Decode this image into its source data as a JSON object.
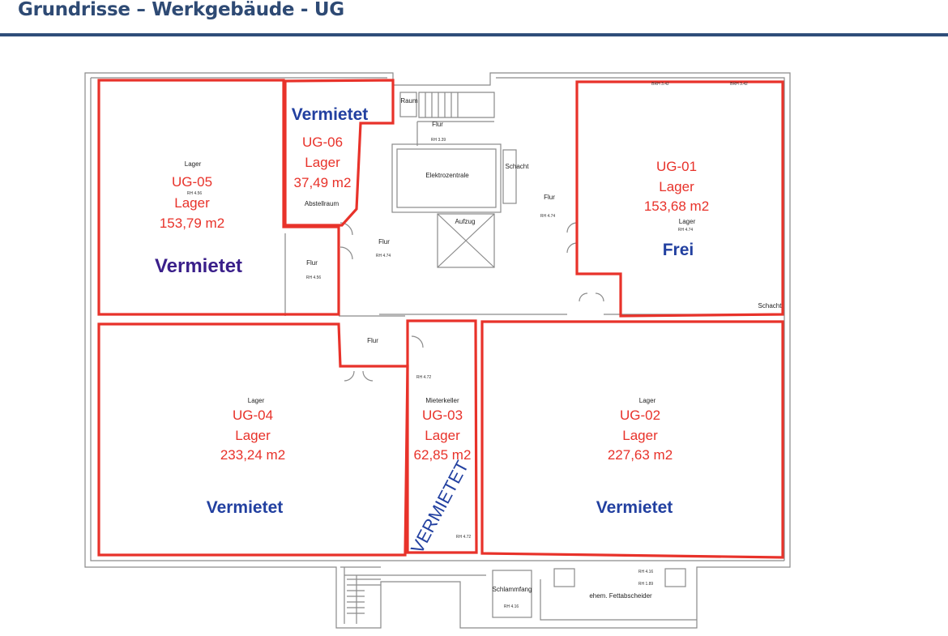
{
  "header": {
    "title": "Grundrisse – Werkgebäude - UG"
  },
  "colors": {
    "title": "#2e4a74",
    "unit_outline": "#e8322a",
    "status": "#2240a0",
    "status_alt": "#3a1f8a"
  },
  "units": [
    {
      "id": "UG-05",
      "use": "Lager",
      "area": "153,79 m2",
      "status": "Vermietet"
    },
    {
      "id": "UG-06",
      "use": "Lager",
      "area": "37,49 m2",
      "status": "Vermietet"
    },
    {
      "id": "UG-01",
      "use": "Lager",
      "area": "153,68 m2",
      "status": "Frei"
    },
    {
      "id": "UG-04",
      "use": "Lager",
      "area": "233,24 m2",
      "status": "Vermietet"
    },
    {
      "id": "UG-03",
      "use": "Lager",
      "area": "62,85 m2",
      "status": "VERMIETET"
    },
    {
      "id": "UG-02",
      "use": "Lager",
      "area": "227,63 m2",
      "status": "Vermietet"
    }
  ],
  "rooms": {
    "raum": "Raum",
    "flur_top": "Flur",
    "rh_339": "RH 3.39",
    "elektro": "Elektrozentrale",
    "schacht": "Schacht",
    "flur_right": "Flur",
    "rh_474a": "RH 4.74",
    "aufzug": "Aufzug",
    "flur_center": "Flur",
    "rh_474b": "RH 4.74",
    "flur_left": "Flur",
    "rh_456a": "RH 4.56",
    "lager_05": "Lager",
    "rh_456b": "RH 4.56",
    "abstellraum": "Abstellraum",
    "lager_01": "Lager",
    "rh_474c": "RH 4.74",
    "brh_1": "BRH 3.42",
    "brh_2": "BRH 3.42",
    "schacht_2": "Schacht",
    "flur_lower": "Flur",
    "rh_472a": "RH 4.72",
    "mieterkeller": "Mieterkeller",
    "lager_04": "Lager",
    "lager_02": "Lager",
    "rh_472b": "RH 4.72",
    "schlammfang": "Schlammfang",
    "rh_416a": "RH 4.16",
    "rh_416b": "RH 4.16",
    "rh_189": "RH 1.89",
    "fettabscheider": "ehem. Fettabscheider"
  }
}
